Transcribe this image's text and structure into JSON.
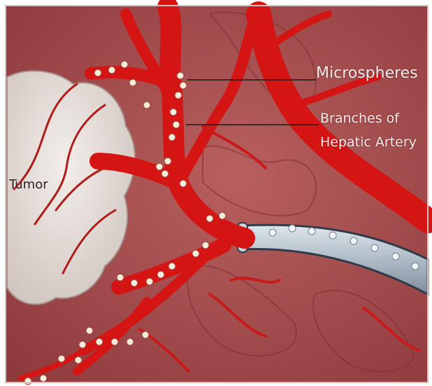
{
  "labels": {
    "microspheres": "Microspheres",
    "branches_line1": "Branches of",
    "branches_line2": "Hepatic Artery",
    "tumor": "Tumor"
  },
  "colors": {
    "background": "#a84d4f",
    "artery": "#d51414",
    "tumor": "#e6ded9",
    "catheter": "#b9c5cf",
    "microsphere": "#f5ecd8"
  }
}
